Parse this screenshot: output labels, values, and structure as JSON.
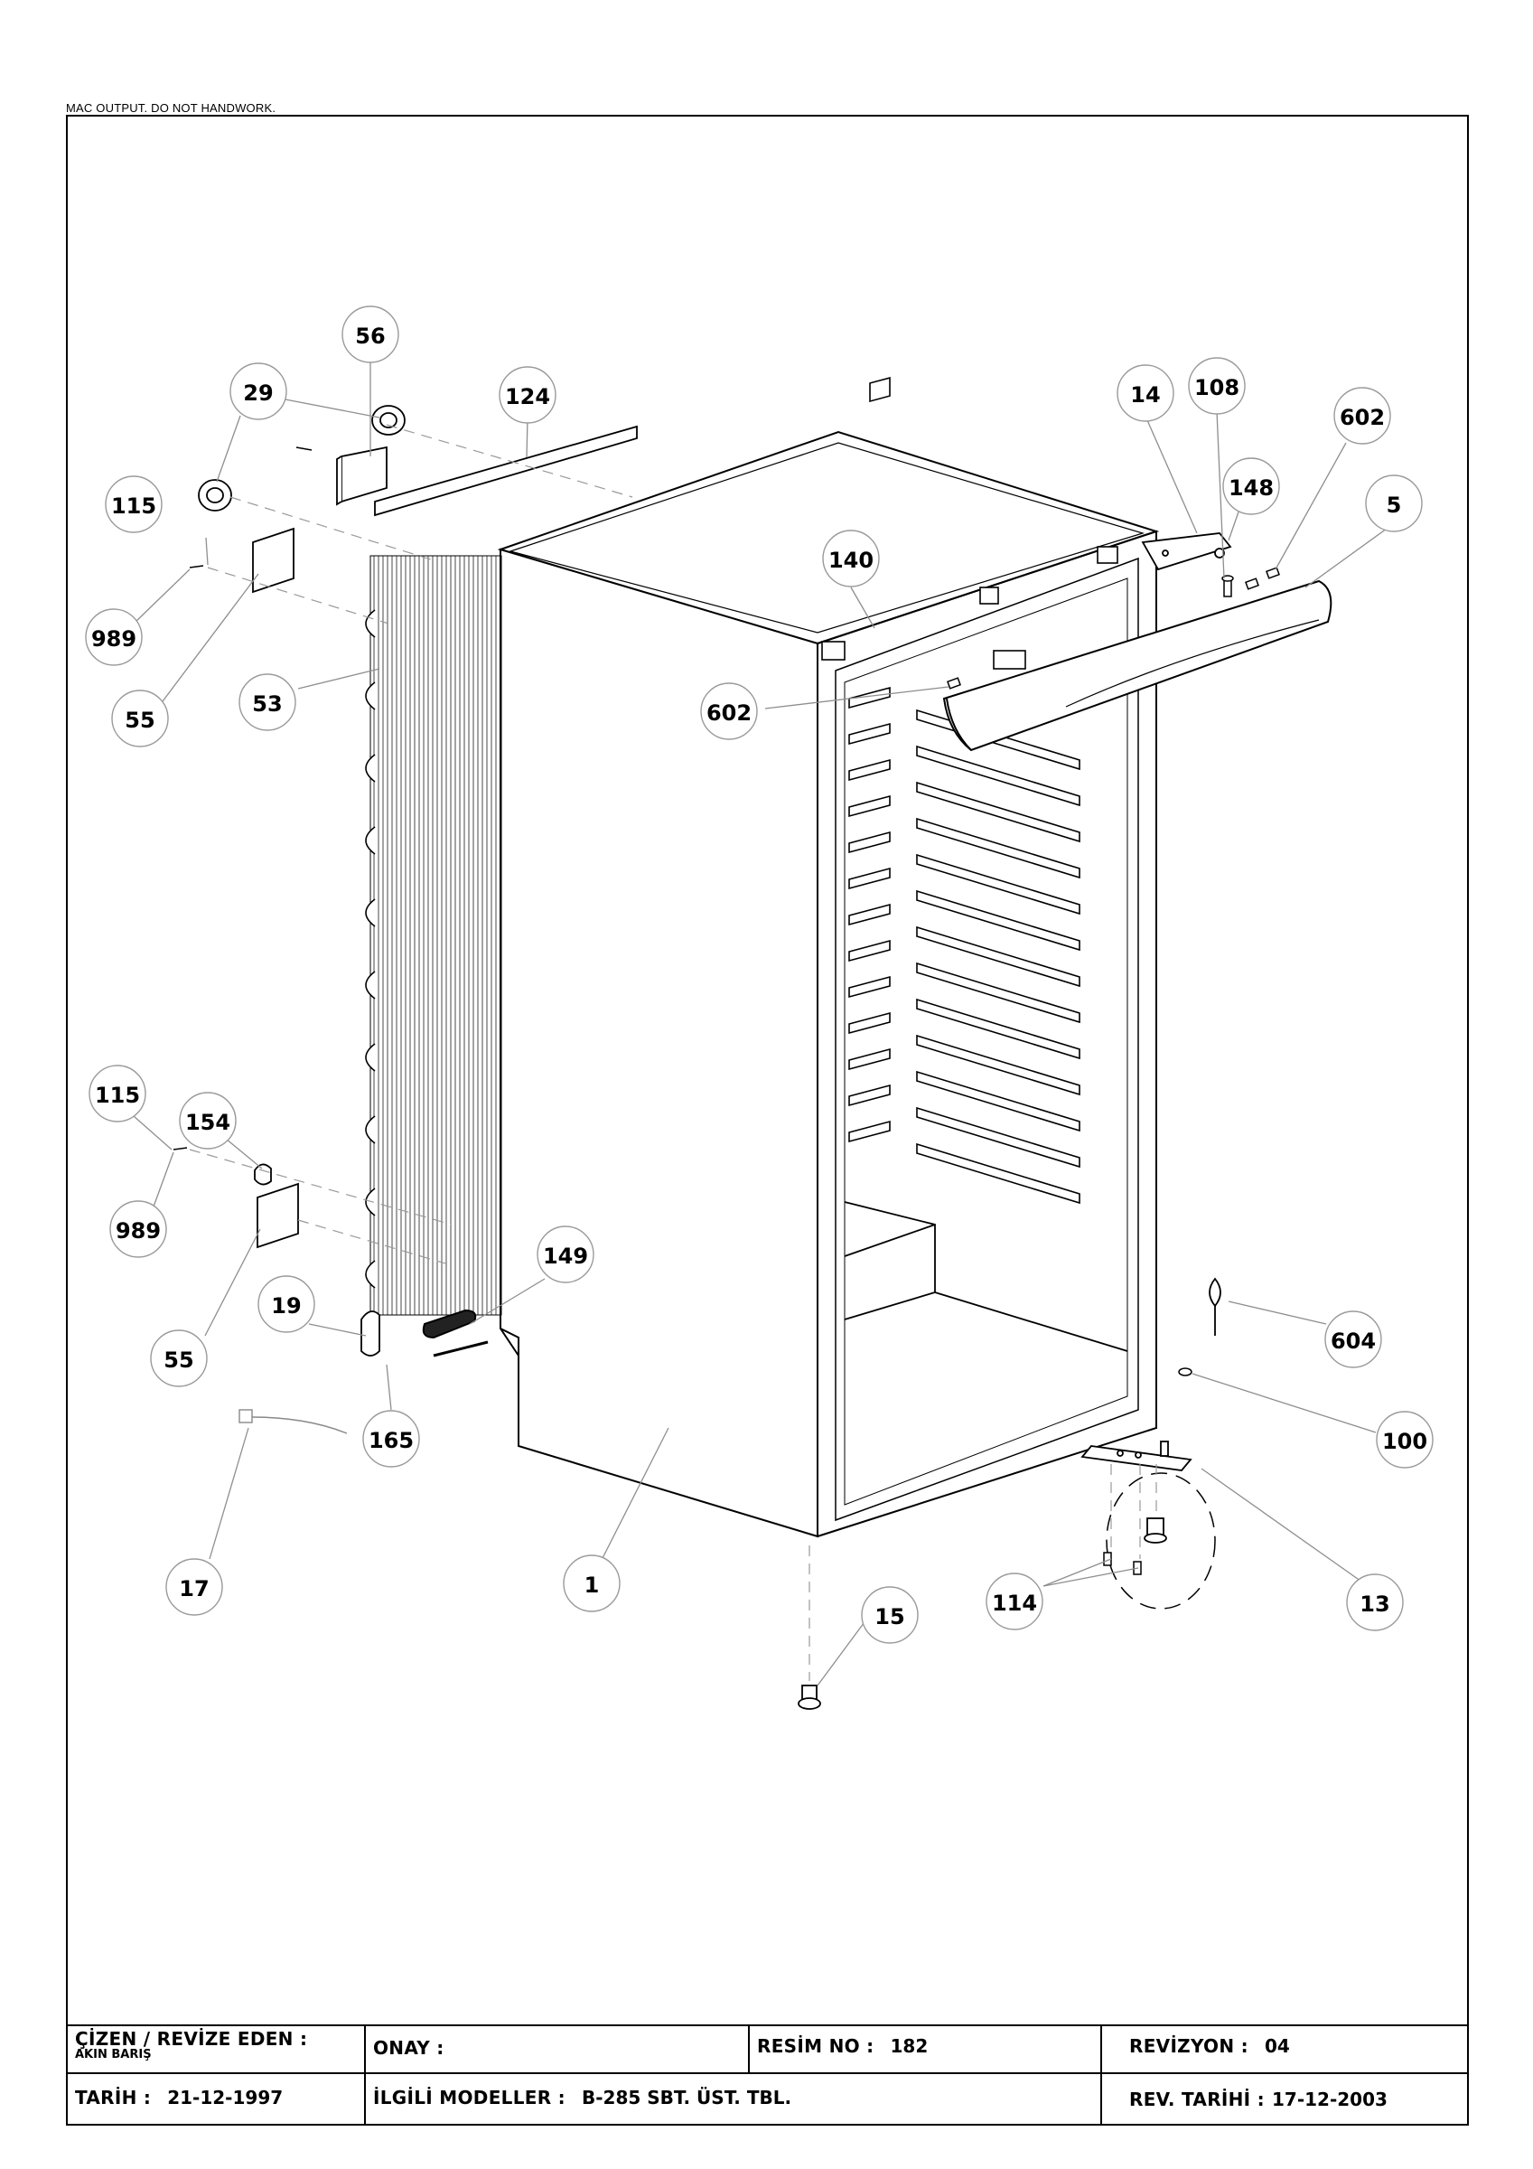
{
  "header_note": "MAC OUTPUT. DO NOT HANDWORK.",
  "part_labels": [
    "56",
    "29",
    "124",
    "115",
    "989",
    "55",
    "53",
    "14",
    "108",
    "602",
    "148",
    "5",
    "140",
    "602",
    "115",
    "154",
    "989",
    "149",
    "55",
    "19",
    "165",
    "17",
    "1",
    "604",
    "100",
    "13",
    "114",
    "15"
  ],
  "title_block": {
    "drawn_label": "ÇİZEN / REVİZE EDEN :",
    "drawn_name": "AKIN BARIŞ",
    "approval_label": "ONAY :",
    "drawing_no_label": "RESİM NO :",
    "drawing_no": "182",
    "revision_label": "REVİZYON :",
    "revision": "04",
    "date_label": "TARİH :",
    "date": "21-12-1997",
    "models_label": "İLGİLİ MODELLER :",
    "models": "B-285 SBT. ÜST. TBL.",
    "rev_date_label": "REV. TARİHİ :",
    "rev_date": "17-12-2003"
  },
  "colors": {
    "line": "#000000",
    "leader": "#9a9a9a",
    "background": "#ffffff"
  }
}
